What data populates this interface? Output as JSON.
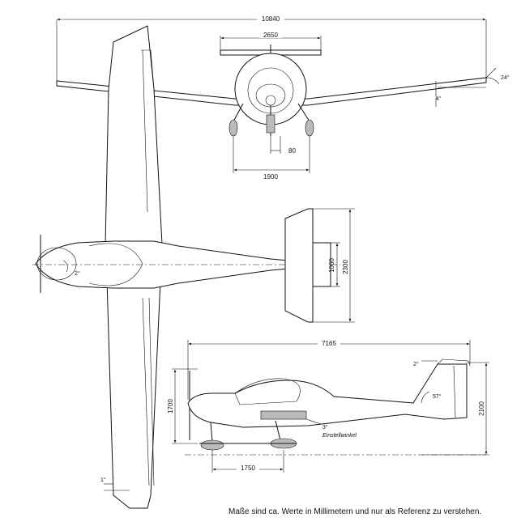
{
  "dimensions": {
    "wingspan": "10840",
    "tailplane_span": "2650",
    "track_front": "1900",
    "nosewheel_offset": "80",
    "dihedral": "4°",
    "tip_angle": "24°",
    "stab_span": "2300",
    "elevator_span": "1000",
    "engine_angle": "2°",
    "wing_twist": "1°",
    "length": "7165",
    "height": "2100",
    "height_cockpit": "1700",
    "wheelbase": "1750",
    "tail_angle": "57°",
    "incidence_angle": "3°",
    "incidence_label": "Einstellwinkel",
    "tail_tilt": "2°"
  },
  "note": "Maße sind ca. Werte in Millimetern und nur als Referenz zu verstehen."
}
